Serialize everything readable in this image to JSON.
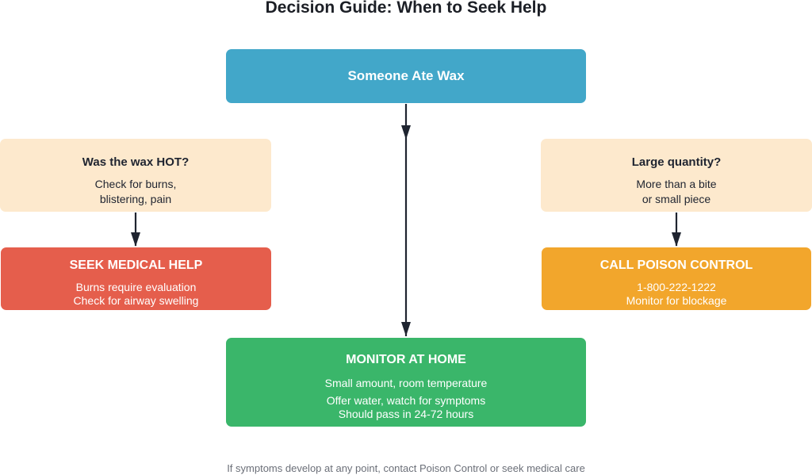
{
  "title": "Decision Guide: When to Seek Help",
  "nodes": {
    "start": {
      "label": "Someone Ate Wax",
      "color": "#42a7c9"
    },
    "hot": {
      "label": "Was the wax HOT?",
      "lines": [
        "Check for burns,",
        "blistering, pain"
      ],
      "color": "#fde9cd"
    },
    "quantity": {
      "label": "Large quantity?",
      "lines": [
        "More than a bite",
        "or small piece"
      ],
      "color": "#fde9cd"
    },
    "seek": {
      "label": "SEEK MEDICAL HELP",
      "lines": [
        "Burns require evaluation",
        "Check for airway swelling"
      ],
      "color": "#e55e4c"
    },
    "call": {
      "label": "CALL POISON CONTROL",
      "lines": [
        "1-800-222-1222",
        "Monitor for blockage"
      ],
      "color": "#f2a62c"
    },
    "home": {
      "label": "MONITOR AT HOME",
      "lines": [
        "Small amount, room temperature",
        "Offer water, watch for symptoms",
        "Should pass in 24-72 hours"
      ],
      "color": "#3ab66a"
    }
  },
  "footer": "If symptoms develop at any point, contact Poison Control or seek medical care",
  "arrow_color": "#1f2430"
}
